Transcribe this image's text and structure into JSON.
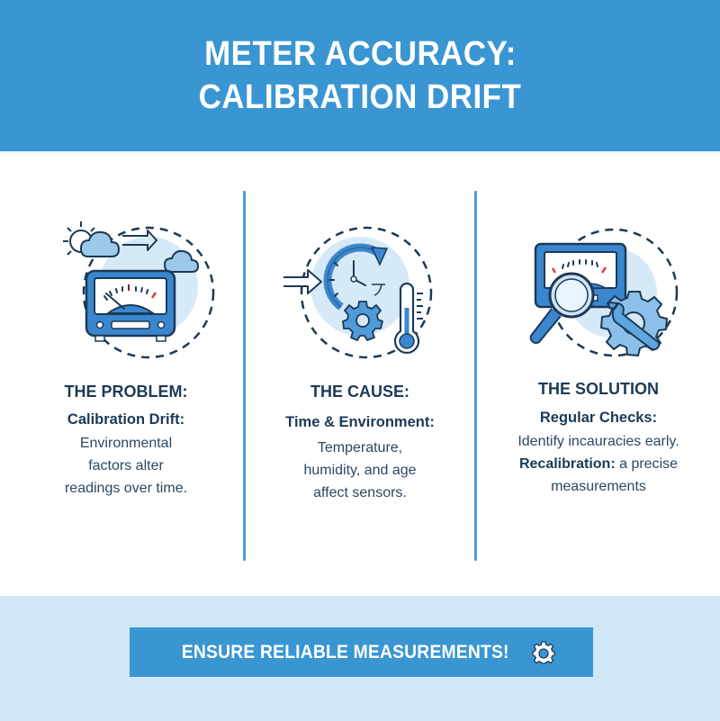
{
  "header": {
    "title_lines": [
      "METER ACCURACY:",
      "CALIBRATION DRIFT"
    ]
  },
  "colors": {
    "primary_blue": "#3a96d2",
    "divider_blue": "#4a9ede",
    "light_blue_bg": "#d0e7f6",
    "icon_circle": "#d6e9f7",
    "dark_text": "#1c3a56",
    "needle_red": "#e0403a"
  },
  "columns": [
    {
      "heading": "THE PROBLEM:",
      "icon": "meter-with-weather-icon",
      "subheading": "Calibration Drift:",
      "body_lines": [
        "Environmental",
        "factors alter",
        "readings over time."
      ]
    },
    {
      "heading": "THE CAUSE:",
      "icon": "clock-gear-thermometer-icon",
      "subheading": "Time & Environment:",
      "body_lines": [
        "Temperature,",
        "humidity, and age",
        "affect sensors."
      ]
    },
    {
      "heading": "THE SOLUTION",
      "icon": "meter-magnifier-wrench-icon",
      "items": [
        {
          "label": "Regular Checks:",
          "text": "Identify incauracies early."
        },
        {
          "label": "Recalibration:",
          "text": "a precise",
          "continuation": "measurements"
        }
      ]
    }
  ],
  "footer": {
    "banner_label": "ENSURE RELIABLE MEASUREMENTS!",
    "banner_icon": "gear-icon"
  }
}
